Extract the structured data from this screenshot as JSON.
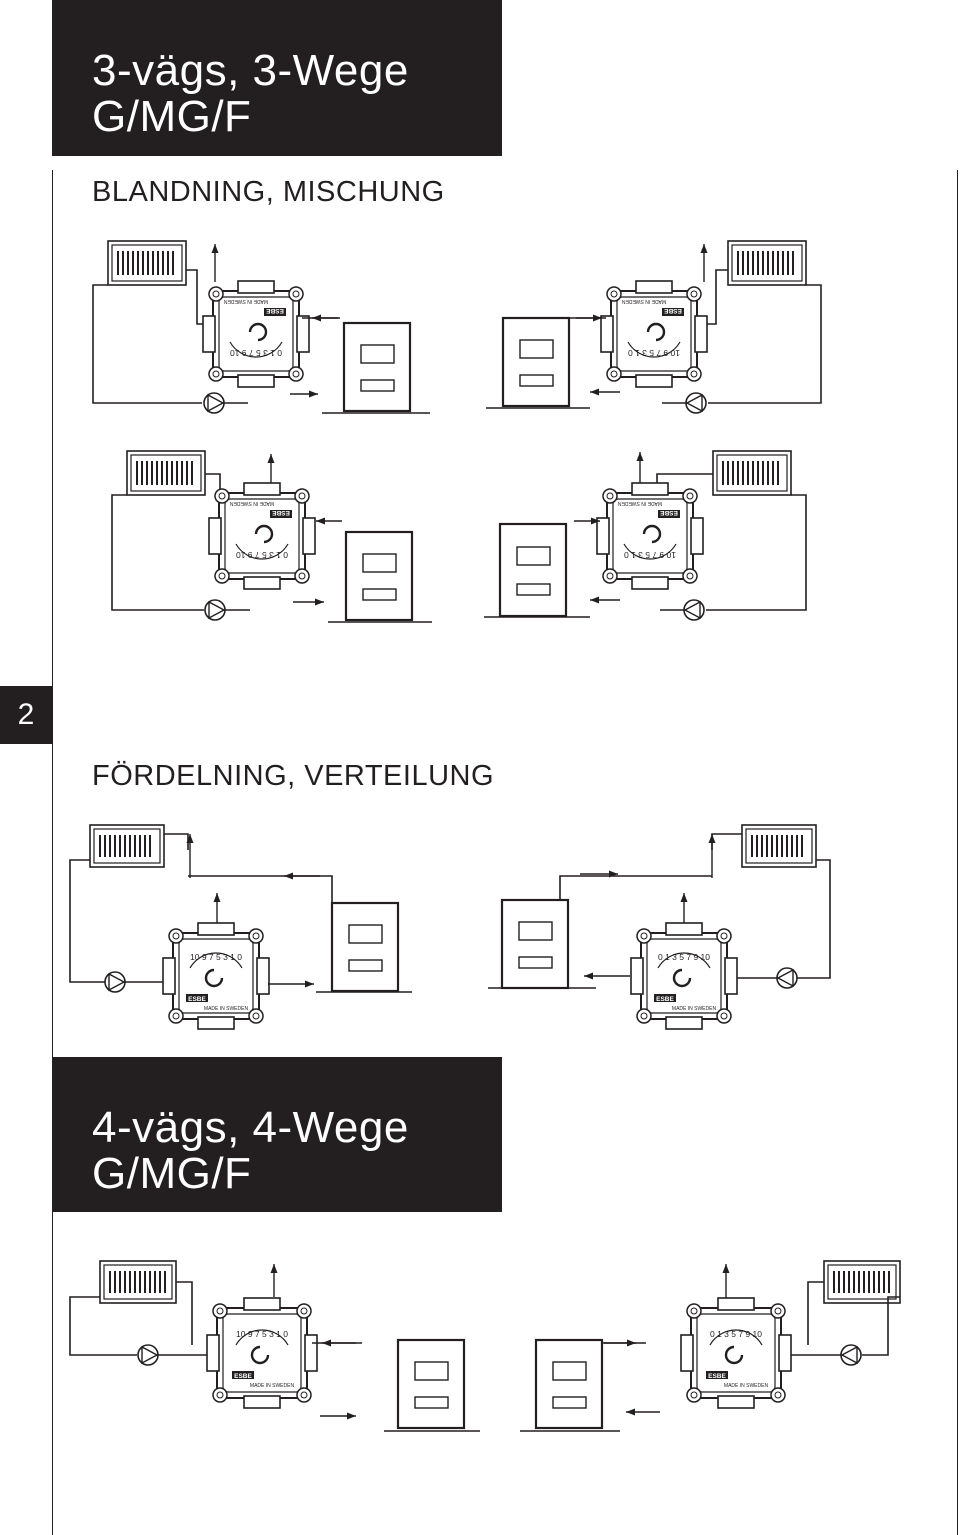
{
  "sections": {
    "three_way": {
      "title_line1": "3-vägs, 3-Wege",
      "title_line2": "G/MG/F"
    },
    "mixing": {
      "heading": "BLANDNING, MISCHUNG"
    },
    "distribution": {
      "heading": "FÖRDELNING, VERTEILUNG"
    },
    "four_way": {
      "title_line1": "4-vägs, 4-Wege",
      "title_line2": "G/MG/F"
    }
  },
  "page_number": "2",
  "scale_ascending": "0 1 3 5 7 9 10",
  "scale_descending": "10 9 7 5 3 1 0",
  "valve_maker_text": "ESBE",
  "valve_origin_text": "MADE IN SWEDEN",
  "colors": {
    "ink": "#231f20",
    "paper": "#ffffff"
  }
}
